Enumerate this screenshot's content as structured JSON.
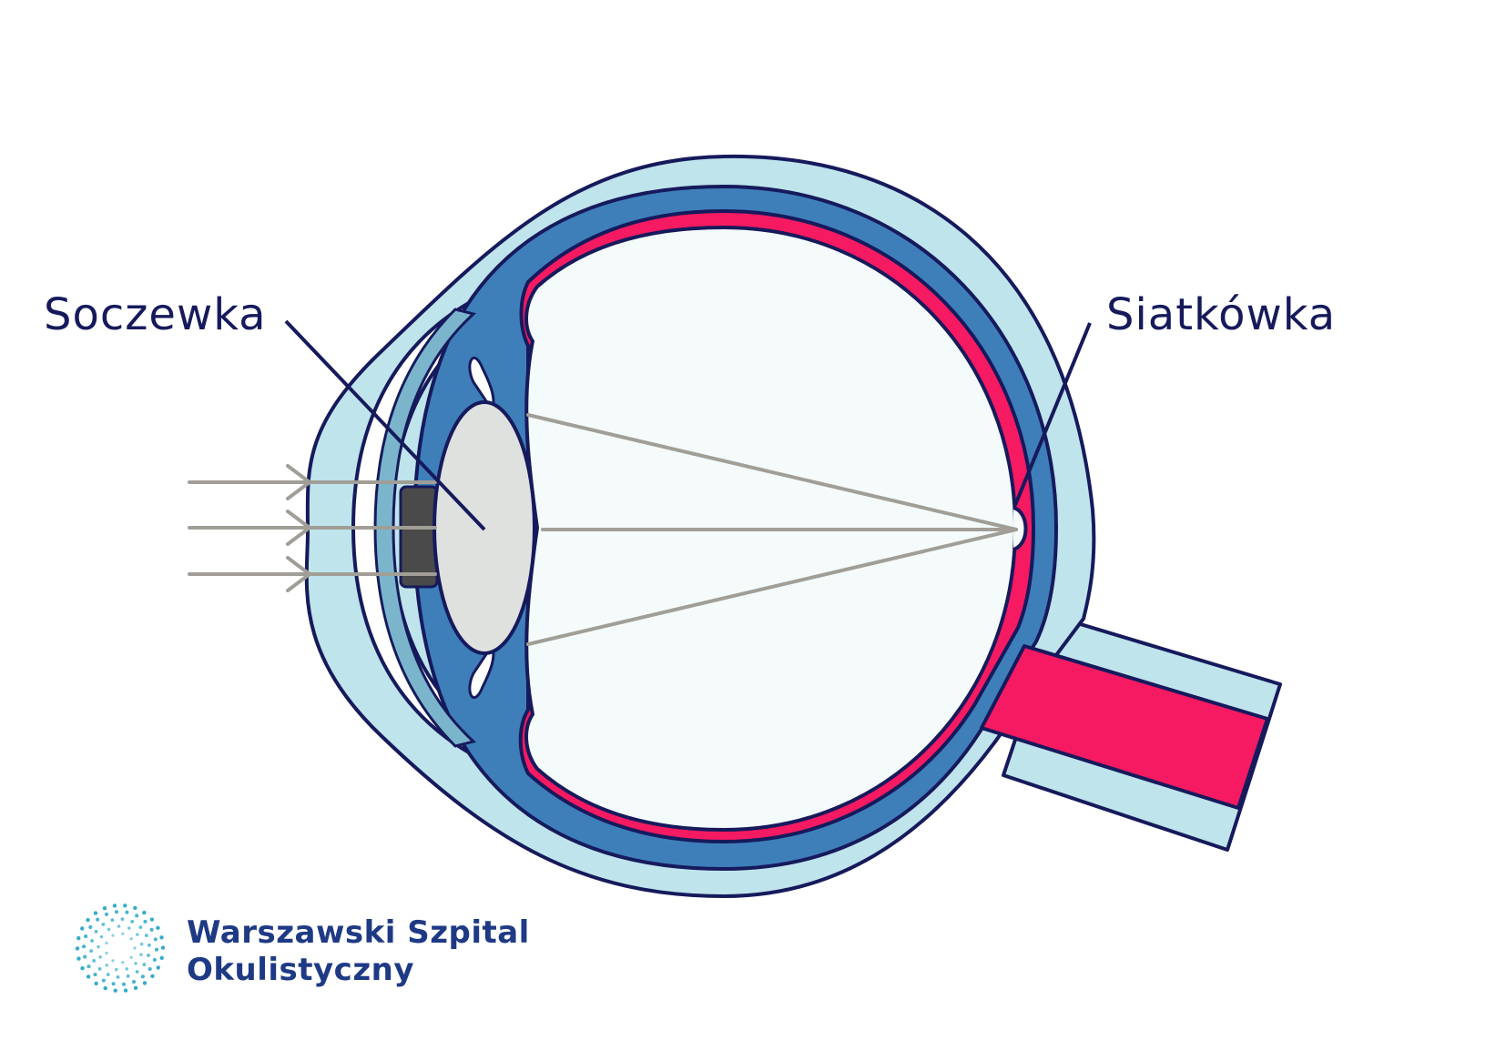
{
  "labels": {
    "lens": "Soczewka",
    "retina": "Siatkówka"
  },
  "logo": {
    "line1": "Warszawski Szpital",
    "line2": "Okulistyczny"
  },
  "colors": {
    "outline": "#161a5c",
    "sclera": "#bfe4ec",
    "choroid": "#3e7fba",
    "retina": "#f51a62",
    "vitreous": "#f5fafb",
    "lens": "#dfe1de",
    "pupil": "#4a4a4a",
    "iris_light": "#7bb5cc",
    "light_rays": "#a09e96",
    "logo_text": "#1e3a85",
    "logo_dots": "#2aa7c9"
  }
}
